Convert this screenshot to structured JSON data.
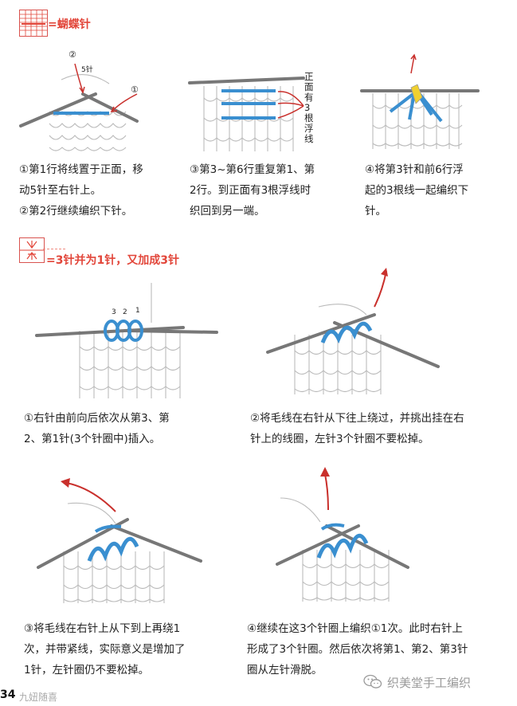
{
  "section1": {
    "title": "=蝴蝶针",
    "diagram1": {
      "label_step": "②",
      "label_five": "5针",
      "label_one": "①"
    },
    "diagram2": {
      "annotation": "正面有3根浮线"
    },
    "captions": [
      [
        "①第1行将线置于正面，移",
        "动5针至右针上。",
        "②第2行继续编织下针。"
      ],
      [
        "③第3~第6行重复第1、第",
        "2行。到正面有3根浮线时",
        "织回到另一端。"
      ],
      [
        "④将第3针和前6行浮",
        "起的3根线一起编织下",
        "针。"
      ]
    ]
  },
  "section2": {
    "title": "=3针并为1针，又加成3针",
    "diagram1": {
      "num3": "3",
      "num2": "2",
      "num1": "1"
    },
    "captions": [
      [
        "①右针由前向后依次从第3、第",
        "2、第1针(3个针圈中)插入。"
      ],
      [
        "②将毛线在右针从下往上绕过，并挑出挂在右",
        "针上的线圈，左针3个针圈不要松掉。"
      ],
      [
        "③将毛线在右针上从下到上再绕1",
        "次，并带紧线，实际意义是增加了",
        "1针，左针圈仍不要松掉。"
      ],
      [
        "④继续在这3个针圈上编织①1次。此时右针上",
        "形成了3个针圈。然后依次将第1、第2、第3针",
        "圈从左针滑脱。"
      ]
    ]
  },
  "footer": {
    "page_number": "34",
    "watermark_left": "九妞随喜",
    "watermark_right": "织美堂手工编织"
  },
  "colors": {
    "accent": "#e2463a",
    "yarn": "#3a8fd0",
    "arrow": "#c9302c",
    "needle": "#8a8a8a"
  }
}
